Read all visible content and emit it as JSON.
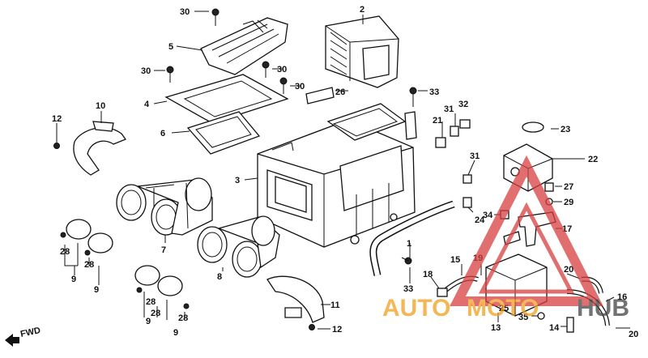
{
  "watermark": {
    "part1": "AUTO",
    "part2": "MOTO",
    "part3": "HUB",
    "color_accent": "#f0a020",
    "color_dark": "#444444",
    "color_triangle": "#d84040"
  },
  "fwd_label": "FWD",
  "callouts": [
    "1",
    "2",
    "3",
    "4",
    "5",
    "6",
    "7",
    "8",
    "9",
    "10",
    "11",
    "12",
    "13",
    "14",
    "15",
    "16",
    "17",
    "18",
    "19",
    "20",
    "21",
    "22",
    "23",
    "24",
    "25",
    "26",
    "27",
    "28",
    "29",
    "30",
    "31",
    "32",
    "33",
    "34",
    "35"
  ]
}
